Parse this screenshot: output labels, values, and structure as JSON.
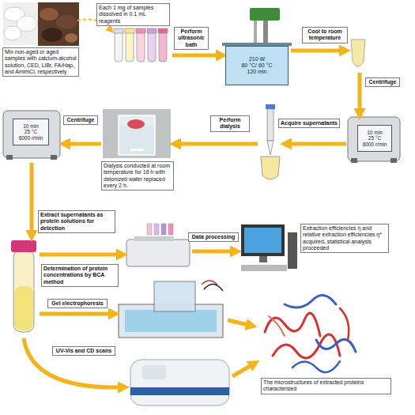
{
  "diagram": {
    "nodes": [
      {
        "text": [
          "Mix non-aged or aged samples with calcium-alcohol solution, CED, LiBr, FA/Hap, and AmimCl, respectively"
        ]
      },
      {
        "text": [
          "Each 1 mg of samples dissolved in 0.1 mL reagents"
        ]
      },
      {
        "text": [
          "Perform ultrasonic bath"
        ]
      },
      {
        "text": [
          "210 W",
          "80 °C/ 60 °C",
          "120 min"
        ]
      },
      {
        "text": [
          "Cool to room temperature"
        ]
      },
      {
        "text": [
          "Centrifuge"
        ]
      },
      {
        "text": [
          "10 min",
          "25 °C",
          "6000 r/min"
        ]
      },
      {
        "text": [
          "Acquire supernatants"
        ]
      },
      {
        "text": [
          "Perform dialysis"
        ]
      },
      {
        "text": [
          "Dialysis conducted at room temperature for 16 h with deionized water replaced every 2 h."
        ]
      },
      {
        "text": [
          "10 min",
          "25 °C",
          "6000 r/min"
        ]
      },
      {
        "text": [
          "Centrifuge"
        ]
      },
      {
        "text": [
          "Extract supernatants as protein solutions for detection"
        ]
      },
      {
        "text": [
          "Determination of protein concentrations by BCA method"
        ]
      },
      {
        "text": [
          "Data processing"
        ]
      },
      {
        "text": [
          "Extraction efficiencies η and relative extraction efficiencies η* acquired, statistical analysis proceeded"
        ]
      },
      {
        "text": [
          "Gel electrophoresis"
        ]
      },
      {
        "text": [
          "UV-Vis and CD scans"
        ]
      },
      {
        "text": [
          "The microstructures of extracted proteins characterized"
        ]
      }
    ]
  }
}
